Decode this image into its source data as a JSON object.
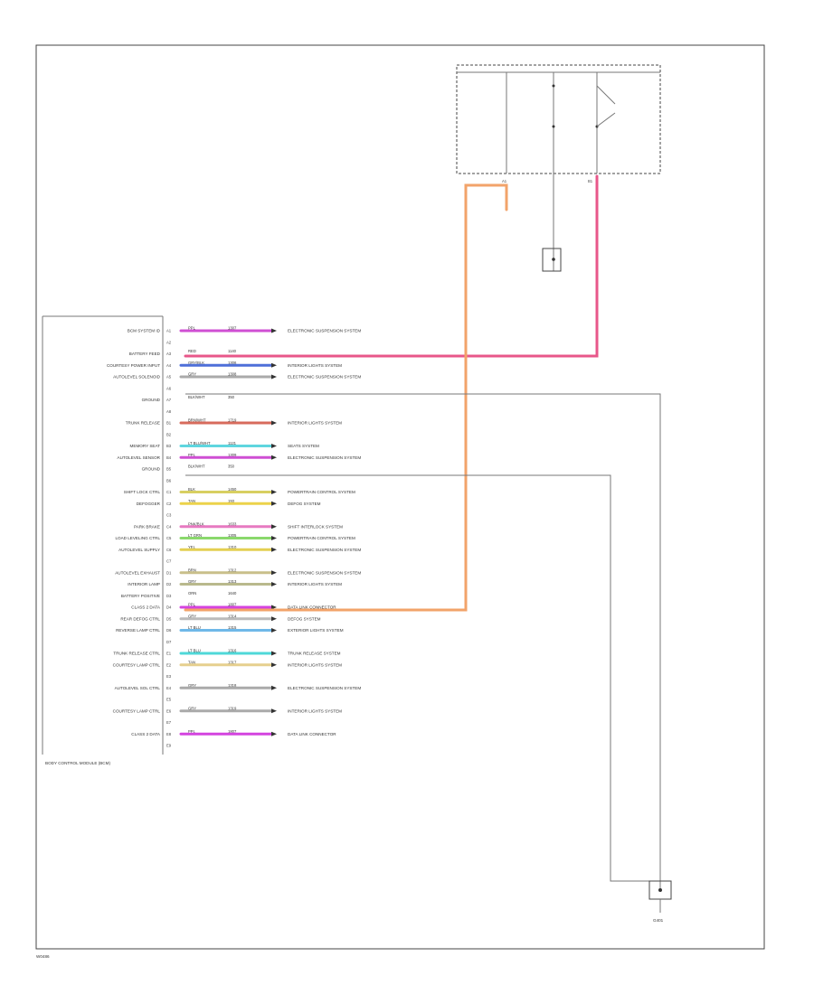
{
  "footer_code": "W0486",
  "module_label": "BODY CONTROL MODULE (BCM)",
  "junction": {
    "left_pin": "A1",
    "right_pin": "B1"
  },
  "ground_label": "G401",
  "module_pins": [
    {
      "pin": "A1",
      "name": "BCM SYSTEM ID",
      "code": "PPL",
      "circuit": "1307",
      "color": "#cf4fd3",
      "dest": "ELECTRONIC SUSPENSION SYSTEM"
    },
    {
      "pin": "A2",
      "name": "",
      "code": "",
      "circuit": "",
      "color": "",
      "dest": ""
    },
    {
      "pin": "A3",
      "name": "BATTERY FEED",
      "code": "RED",
      "circuit": "1140",
      "color": "#e8578a",
      "dest": ""
    },
    {
      "pin": "A4",
      "name": "COURTESY POWER INPUT",
      "code": "GRY/BLK",
      "circuit": "1306",
      "color": "#4e6fd8",
      "dest": "INTERIOR LIGHTS SYSTEM"
    },
    {
      "pin": "A5",
      "name": "AUTOLEVEL SOLENOID",
      "code": "GRY",
      "circuit": "1308",
      "color": "#aaaaaa",
      "dest": "ELECTRONIC SUSPENSION SYSTEM"
    },
    {
      "pin": "A6",
      "name": "",
      "code": "",
      "circuit": "",
      "color": "",
      "dest": ""
    },
    {
      "pin": "A7",
      "name": "GROUND",
      "code": "BLK/WHT",
      "circuit": "350",
      "color": "#777777",
      "dest": ""
    },
    {
      "pin": "A8",
      "name": "",
      "code": "",
      "circuit": "",
      "color": "",
      "dest": ""
    },
    {
      "pin": "B1",
      "name": "TRUNK RELEASE",
      "code": "BRN/WHT",
      "circuit": "1719",
      "color": "#d76b5c",
      "dest": "INTERIOR LIGHTS SYSTEM"
    },
    {
      "pin": "B2",
      "name": "",
      "code": "",
      "circuit": "",
      "color": "",
      "dest": ""
    },
    {
      "pin": "B3",
      "name": "MEMORY SEAT",
      "code": "LT BLU/WHT",
      "circuit": "1121",
      "color": "#5fd6df",
      "dest": "SEATS SYSTEM"
    },
    {
      "pin": "B4",
      "name": "AUTOLEVEL SENSOR",
      "code": "PPL",
      "circuit": "1309",
      "color": "#cf4fd3",
      "dest": "ELECTRONIC SUSPENSION SYSTEM"
    },
    {
      "pin": "B5",
      "name": "GROUND",
      "code": "BLK/WHT",
      "circuit": "350",
      "color": "#777777",
      "dest": ""
    },
    {
      "pin": "B6",
      "name": "",
      "code": "",
      "circuit": "",
      "color": "",
      "dest": ""
    },
    {
      "pin": "C1",
      "name": "SHIFT LOCK CTRL",
      "code": "BLK",
      "circuit": "1450",
      "color": "#d8cf61",
      "dest": "POWERTRAIN CONTROL SYSTEM"
    },
    {
      "pin": "C2",
      "name": "DEFOGGER",
      "code": "TAN",
      "circuit": "193",
      "color": "#ecd24a",
      "dest": "DEFOG SYSTEM"
    },
    {
      "pin": "C3",
      "name": "",
      "code": "",
      "circuit": "",
      "color": "",
      "dest": ""
    },
    {
      "pin": "C4",
      "name": "PARK BRAKE",
      "code": "PNK/BLK",
      "circuit": "1633",
      "color": "#e77ac1",
      "dest": "SHIFT INTERLOCK SYSTEM"
    },
    {
      "pin": "C5",
      "name": "LOAD LEVELING CTRL",
      "code": "LT GRN",
      "circuit": "1305",
      "color": "#8ad86c",
      "dest": "POWERTRAIN CONTROL SYSTEM"
    },
    {
      "pin": "C6",
      "name": "AUTOLEVEL SUPPLY",
      "code": "YEL",
      "circuit": "1310",
      "color": "#e4cf52",
      "dest": "ELECTRONIC SUSPENSION SYSTEM"
    },
    {
      "pin": "C7",
      "name": "",
      "code": "",
      "circuit": "",
      "color": "",
      "dest": ""
    },
    {
      "pin": "D1",
      "name": "AUTOLEVEL EXHAUST",
      "code": "BRN",
      "circuit": "1312",
      "color": "#c9bf8a",
      "dest": "ELECTRONIC SUSPENSION SYSTEM"
    },
    {
      "pin": "D2",
      "name": "INTERIOR LAMP",
      "code": "GRY",
      "circuit": "1313",
      "color": "#b9b98c",
      "dest": "INTERIOR LIGHTS SYSTEM"
    },
    {
      "pin": "D3",
      "name": "BATTERY POSITIVE",
      "code": "ORN",
      "circuit": "1640",
      "color": "#f2a36a",
      "dest": ""
    },
    {
      "pin": "D4",
      "name": "CLASS 2 DATA",
      "code": "PPL",
      "circuit": "1807",
      "color": "#d444df",
      "dest": "DATA LINK CONNECTOR"
    },
    {
      "pin": "D5",
      "name": "REAR DEFOG CTRL",
      "code": "GRY",
      "circuit": "1314",
      "color": "#bbbbbb",
      "dest": "DEFOG SYSTEM"
    },
    {
      "pin": "D6",
      "name": "REVERSE LAMP CTRL",
      "code": "LT BLU",
      "circuit": "1315",
      "color": "#6fb8e8",
      "dest": "EXTERIOR LIGHTS SYSTEM"
    },
    {
      "pin": "D7",
      "name": "",
      "code": "",
      "circuit": "",
      "color": "",
      "dest": ""
    },
    {
      "pin": "E1",
      "name": "TRUNK RELEASE CTRL",
      "code": "LT BLU",
      "circuit": "1316",
      "color": "#4fd8d8",
      "dest": "TRUNK RELEASE SYSTEM"
    },
    {
      "pin": "E2",
      "name": "COURTESY LAMP CTRL",
      "code": "TAN",
      "circuit": "1317",
      "color": "#e6cf8e",
      "dest": "INTERIOR LIGHTS SYSTEM"
    },
    {
      "pin": "E3",
      "name": "",
      "code": "",
      "circuit": "",
      "color": "",
      "dest": ""
    },
    {
      "pin": "E4",
      "name": "AUTOLEVEL SOL CTRL",
      "code": "GRY",
      "circuit": "1318",
      "color": "#aaaaaa",
      "dest": "ELECTRONIC SUSPENSION SYSTEM"
    },
    {
      "pin": "E5",
      "name": "",
      "code": "",
      "circuit": "",
      "color": "",
      "dest": ""
    },
    {
      "pin": "E6",
      "name": "COURTESY LAMP CTRL",
      "code": "GRY",
      "circuit": "1319",
      "color": "#aaaaaa",
      "dest": "INTERIOR LIGHTS SYSTEM"
    },
    {
      "pin": "E7",
      "name": "",
      "code": "",
      "circuit": "",
      "color": "",
      "dest": ""
    },
    {
      "pin": "E8",
      "name": "CLASS 2 DATA",
      "code": "PPL",
      "circuit": "1807",
      "color": "#d444df",
      "dest": "DATA LINK CONNECTOR"
    },
    {
      "pin": "E9",
      "name": "",
      "code": "",
      "circuit": "",
      "color": "",
      "dest": ""
    }
  ]
}
